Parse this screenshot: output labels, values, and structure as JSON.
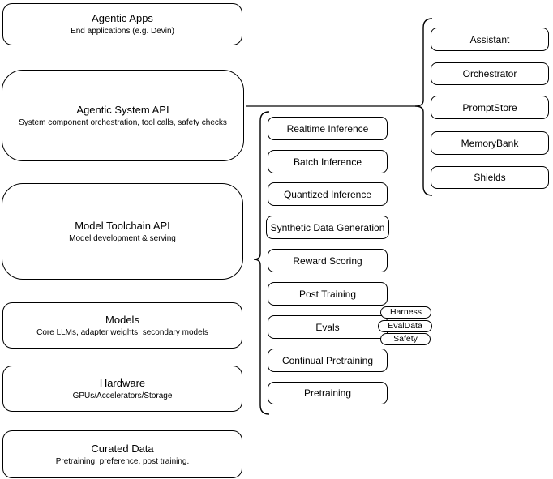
{
  "diagram": {
    "left_stack": [
      {
        "title": "Agentic Apps",
        "subtitle": "End applications (e.g. Devin)"
      },
      {
        "title": "Agentic System API",
        "subtitle": "System component orchestration, tool calls, safety checks"
      },
      {
        "title": "Model Toolchain API",
        "subtitle": "Model development & serving"
      },
      {
        "title": "Models",
        "subtitle": "Core LLMs, adapter weights, secondary models"
      },
      {
        "title": "Hardware",
        "subtitle": "GPUs/Accelerators/Storage"
      },
      {
        "title": "Curated Data",
        "subtitle": "Pretraining, preference, post training."
      }
    ],
    "toolchain_nodes": [
      "Realtime Inference",
      "Batch Inference",
      "Quantized Inference",
      "Synthetic Data Generation",
      "Reward Scoring",
      "Post Training",
      "Evals",
      "Continual Pretraining",
      "Pretraining"
    ],
    "eval_tags": [
      "Harness",
      "EvalData",
      "Safety"
    ],
    "system_nodes": [
      "Assistant",
      "Orchestrator",
      "PromptStore",
      "MemoryBank",
      "Shields"
    ],
    "colors": {
      "stroke": "#000000",
      "connector": "#4d4d4d",
      "background": "#ffffff",
      "node_fill": "#ffffff"
    }
  }
}
